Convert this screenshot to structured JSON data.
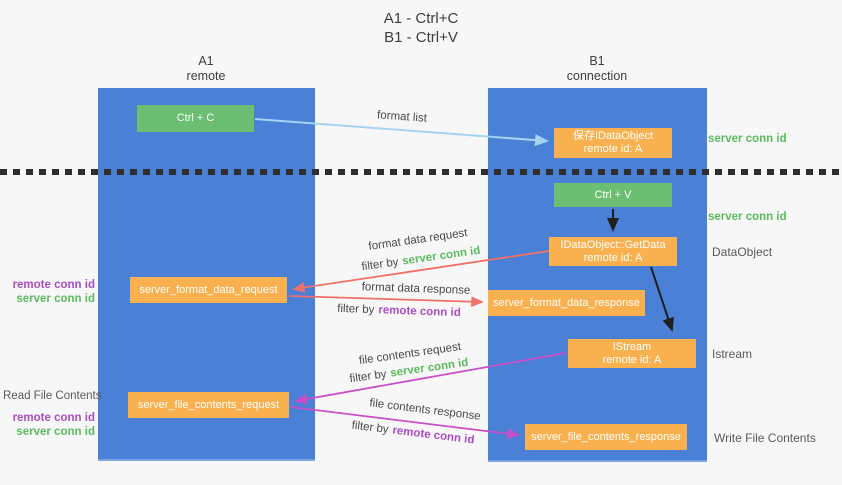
{
  "title": {
    "line1": "A1 - Ctrl+C",
    "line2": "B1 - Ctrl+V"
  },
  "lanes": {
    "left": {
      "header_line1": "A1",
      "header_line2": "remote"
    },
    "right": {
      "header_line1": "B1",
      "header_line2": "connection"
    }
  },
  "nodes": {
    "ctrl_c": "Ctrl + C",
    "save_idataobject_line1": "保存IDataObject",
    "save_idataobject_line2": "remote id: A",
    "ctrl_v": "Ctrl + V",
    "getdata_line1": "IDataObject::GetData",
    "getdata_line2": "remote id: A",
    "server_format_data_request": "server_format_data_request",
    "server_format_data_response": "server_format_data_response",
    "istream_line1": "IStream",
    "istream_line2": "remote id: A",
    "server_file_contents_request": "server_file_contents_request",
    "server_file_contents_response": "server_file_contents_response"
  },
  "edge_labels": {
    "format_list": "format list",
    "format_data_request": "format data request",
    "format_data_response": "format data response",
    "file_contents_request": "file contents request",
    "file_contents_response": "file contents response",
    "filter_by": "filter by",
    "server_conn_id": "server conn id",
    "remote_conn_id": "remote conn id"
  },
  "side_labels": {
    "server_conn_id_top": "server conn id",
    "server_conn_id_mid": "server conn id",
    "dataobject": "DataObject",
    "istream": "Istream",
    "read_file_contents": "Read File Contents",
    "write_file_contents": "Write File Contents",
    "remote_conn_id": "remote conn id",
    "server_conn_id": "server conn id"
  },
  "colors": {
    "lane_blue": "#4a80d6",
    "node_green": "#6cbe72",
    "node_orange": "#f9b04f",
    "arrow_light_blue": "#a6d3f2",
    "arrow_salmon": "#f0716a",
    "arrow_magenta": "#c94fc9",
    "arrow_black": "#1f1f1f",
    "text_green": "#5cba5f",
    "text_purple": "#ab4dc4",
    "text_gray": "#595959"
  }
}
